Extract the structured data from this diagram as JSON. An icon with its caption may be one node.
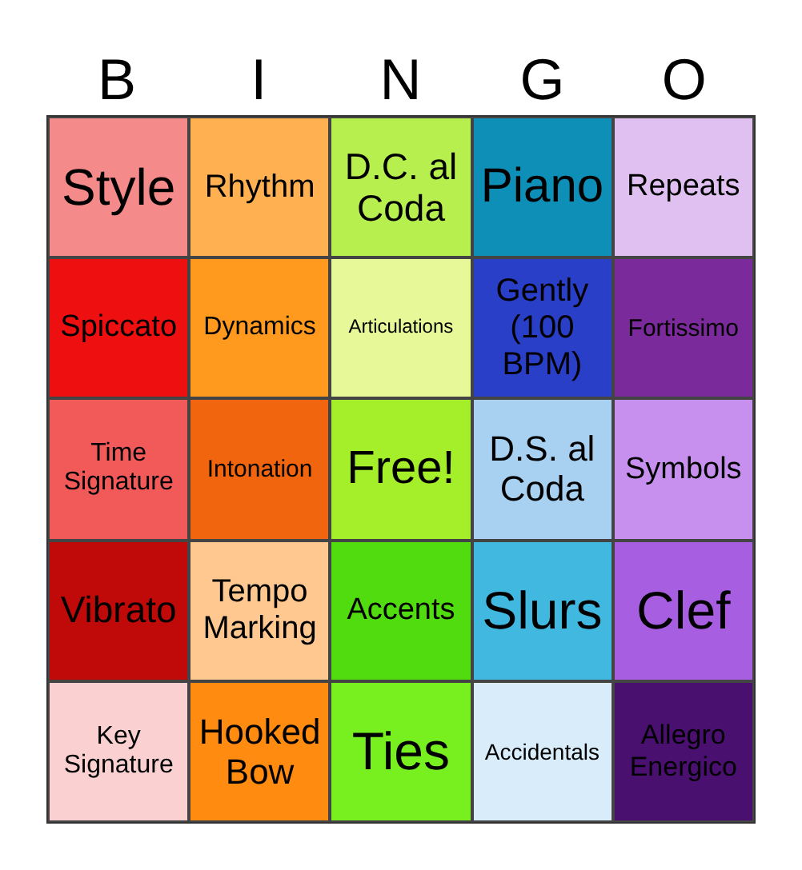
{
  "diagram": {
    "labels": [
      "B",
      "I",
      "N",
      "G",
      "O",
      "Style",
      "Rhythm",
      "D.C. al Coda",
      "Piano",
      "Repeats",
      "Spiccato",
      "Dynamics",
      "Articulations",
      "Gently (100 BPM)",
      "Fortissimo",
      "Time Signature",
      "Intonation",
      "Free!",
      "D.S. al Coda",
      "Symbols",
      "Vibrato",
      "Tempo Marking",
      "Accents",
      "Slurs",
      "Clef",
      "Key Signature",
      "Hooked Bow",
      "Ties",
      "Accidentals",
      "Allegro Energico"
    ]
  }
}
